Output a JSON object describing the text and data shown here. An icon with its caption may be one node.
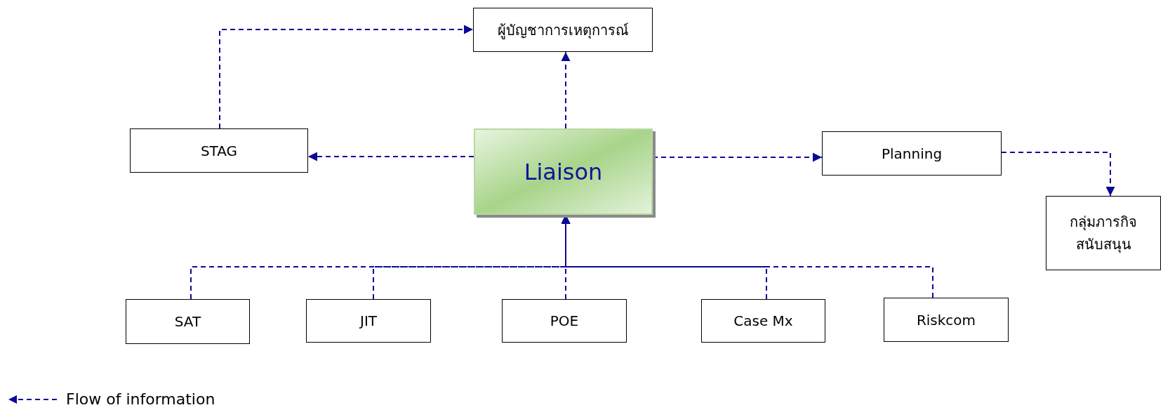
{
  "diagram": {
    "nodes": [
      {
        "text": [
          "ผู้บัญชาการเหตุการณ์"
        ]
      },
      {
        "text": [
          "STAG"
        ]
      },
      {
        "text": [
          "Liaison"
        ]
      },
      {
        "text": [
          "Planning"
        ]
      },
      {
        "text": [
          "กลุ่มภารกิจ สนับสนุน"
        ]
      },
      {
        "text": [
          "SAT"
        ]
      },
      {
        "text": [
          "JIT"
        ]
      },
      {
        "text": [
          "POE"
        ]
      },
      {
        "text": [
          "Case Mx"
        ]
      },
      {
        "text": [
          "Riskcom"
        ]
      }
    ],
    "edges": [
      {
        "from": 1,
        "to": 0,
        "arrow": "to",
        "style": "dashed"
      },
      {
        "from": 2,
        "to": 0,
        "arrow": "to",
        "style": "dashed"
      },
      {
        "from": 2,
        "to": 1,
        "arrow": "to",
        "style": "dashed"
      },
      {
        "from": 2,
        "to": 3,
        "arrow": "to",
        "style": "dashed"
      },
      {
        "from": 3,
        "to": 4,
        "arrow": "to",
        "style": "dashed"
      },
      {
        "from": 5,
        "to": 2,
        "arrow": "to",
        "style": "dashed"
      },
      {
        "from": 6,
        "to": 2,
        "arrow": "to",
        "style": "dashed"
      },
      {
        "from": 7,
        "to": 2,
        "arrow": "to",
        "style": "dashed"
      },
      {
        "from": 8,
        "to": 2,
        "arrow": "to",
        "style": "dashed"
      },
      {
        "from": 9,
        "to": 2,
        "arrow": "to",
        "style": "dashed"
      }
    ],
    "legend": [
      {
        "text": "Flow of information"
      }
    ]
  }
}
